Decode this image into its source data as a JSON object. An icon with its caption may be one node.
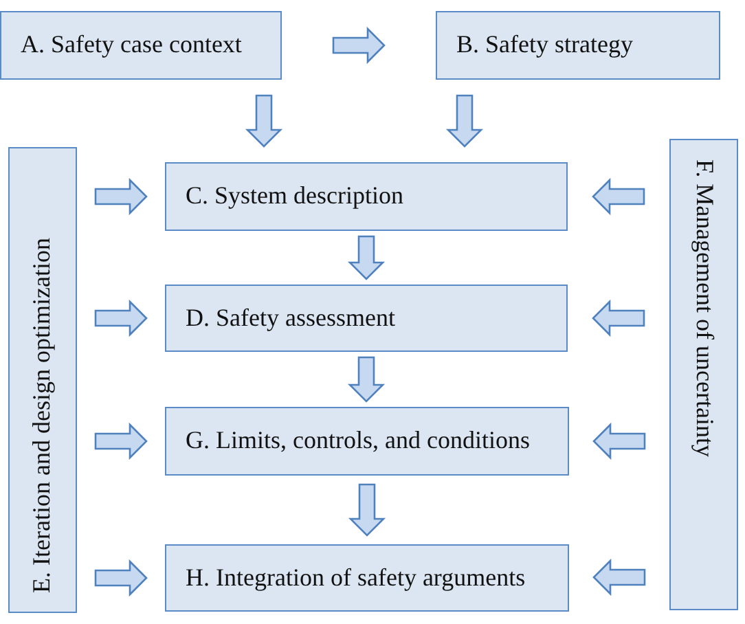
{
  "diagram": {
    "nodes": [
      {
        "text": [
          "A. Safety case context"
        ]
      },
      {
        "text": [
          "B. Safety strategy"
        ]
      },
      {
        "text": [
          "C. System description"
        ]
      },
      {
        "text": [
          "D. Safety assessment"
        ]
      },
      {
        "text": [
          "G. Limits, controls, and conditions"
        ]
      },
      {
        "text": [
          "H. Integration of safety arguments"
        ]
      },
      {
        "text": [
          "E. Iteration and design optimization"
        ]
      },
      {
        "text": [
          "F. Management of uncertainty"
        ]
      }
    ],
    "edges": [
      {
        "from": 0,
        "to": 1,
        "arrow": "to"
      },
      {
        "from": 0,
        "to": 2,
        "arrow": "to"
      },
      {
        "from": 1,
        "to": 2,
        "arrow": "to"
      },
      {
        "from": 6,
        "to": 2,
        "arrow": "to"
      },
      {
        "from": 7,
        "to": 2,
        "arrow": "to"
      },
      {
        "from": 2,
        "to": 3,
        "arrow": "to"
      },
      {
        "from": 6,
        "to": 3,
        "arrow": "to"
      },
      {
        "from": 7,
        "to": 3,
        "arrow": "to"
      },
      {
        "from": 3,
        "to": 4,
        "arrow": "to"
      },
      {
        "from": 6,
        "to": 4,
        "arrow": "to"
      },
      {
        "from": 7,
        "to": 4,
        "arrow": "to"
      },
      {
        "from": 4,
        "to": 5,
        "arrow": "to"
      },
      {
        "from": 6,
        "to": 5,
        "arrow": "to"
      },
      {
        "from": 7,
        "to": 5,
        "arrow": "to"
      }
    ]
  }
}
